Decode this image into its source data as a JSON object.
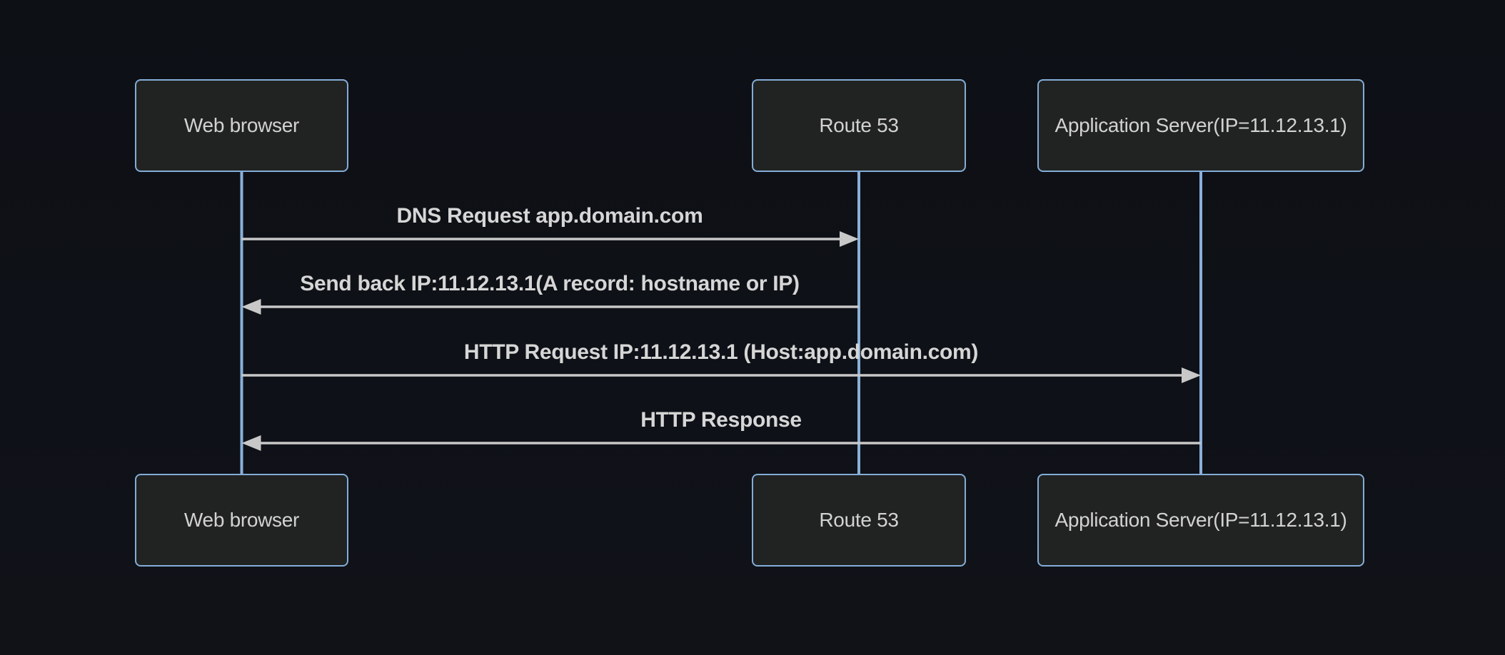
{
  "diagram": {
    "type": "sequence-diagram",
    "actors": [
      {
        "id": "web-browser",
        "label": "Web browser"
      },
      {
        "id": "route-53",
        "label": "Route 53"
      },
      {
        "id": "app-server",
        "label": "Application Server(IP=11.12.13.1)"
      }
    ],
    "messages": [
      {
        "from": "Web browser",
        "to": "Route 53",
        "text": "DNS Request app.domain.com",
        "arrow": "solid-filled-head",
        "direction": "right"
      },
      {
        "from": "Route 53",
        "to": "Web browser",
        "text": "Send back IP:11.12.13.1(A record: hostname or IP)",
        "arrow": "solid-filled-head",
        "direction": "left"
      },
      {
        "from": "Web browser",
        "to": "Application Server(IP=11.12.13.1)",
        "text": "HTTP Request IP:11.12.13.1 (Host:app.domain.com)",
        "arrow": "solid-filled-head",
        "direction": "right"
      },
      {
        "from": "Application Server(IP=11.12.13.1)",
        "to": "Web browser",
        "text": "HTTP Response",
        "arrow": "solid-filled-head",
        "direction": "left"
      }
    ],
    "colors": {
      "background": "#0d1016",
      "actor_fill": "#212322",
      "actor_border": "#84add8",
      "actor_text": "#d2d2d2",
      "lifeline": "#8ab0d9",
      "signal_line": "#c8c8c8",
      "signal_text": "#d6d6d6"
    }
  }
}
